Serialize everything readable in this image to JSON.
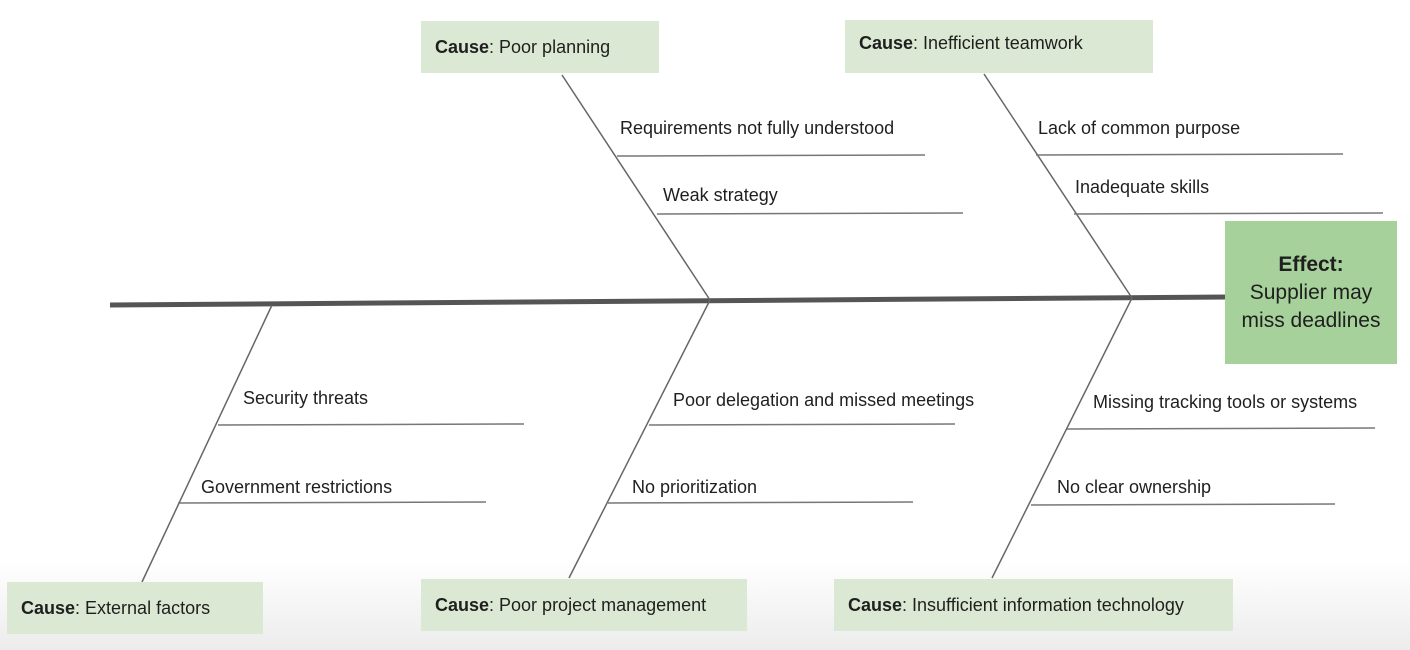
{
  "effect": {
    "label": "Effect:",
    "text": "Supplier may miss deadlines",
    "color": "#a6d19b"
  },
  "cause_prefix": "Cause",
  "cause_box_color": "#dbe8d3",
  "causes": {
    "poor_planning": {
      "name": ": Poor planning",
      "subcauses": [
        "Requirements not fully understood",
        "Weak strategy"
      ]
    },
    "inefficient_teamwork": {
      "name": ": Inefficient teamwork",
      "subcauses": [
        "Lack of common purpose",
        "Inadequate skills"
      ]
    },
    "external_factors": {
      "name": ": External factors",
      "subcauses": [
        "Security threats",
        "Government restrictions"
      ]
    },
    "poor_project_management": {
      "name": ": Poor project management",
      "subcauses": [
        "Poor delegation and missed meetings",
        "No prioritization"
      ]
    },
    "insufficient_it": {
      "name": ": Insufficient information technology",
      "subcauses": [
        "Missing tracking tools or systems",
        "No clear ownership"
      ]
    }
  }
}
